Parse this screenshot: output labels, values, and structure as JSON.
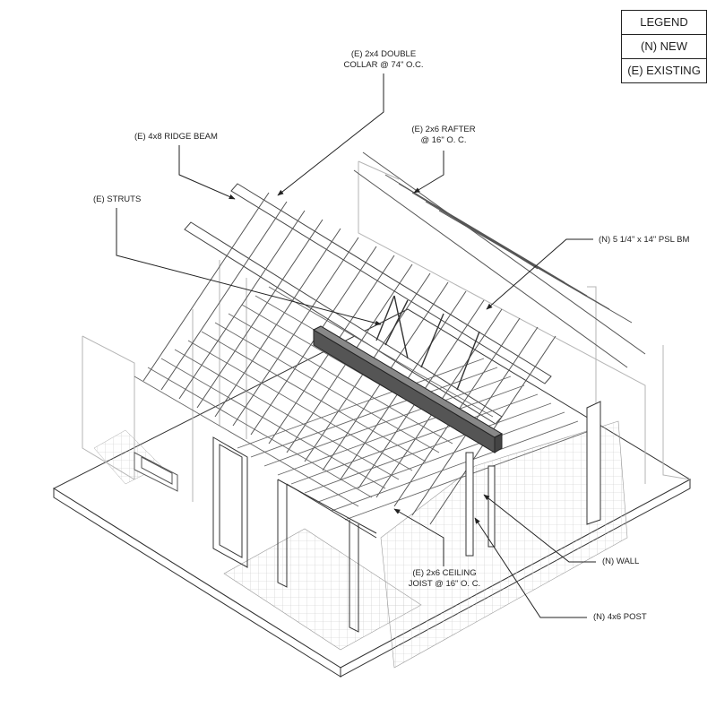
{
  "legend": {
    "title": "LEGEND",
    "new": "(N) NEW",
    "existing": "(E) EXISTING"
  },
  "labels": {
    "collar_line1": "(E) 2x4 DOUBLE",
    "collar_line2": "COLLAR @ 74\" O.C.",
    "ridge_beam": "(E) 4x8 RIDGE BEAM",
    "rafter_line1": "(E) 2x6 RAFTER",
    "rafter_line2": "@ 16\" O. C.",
    "struts": "(E) STRUTS",
    "psl_beam": "(N) 5 1/4\" x 14\" PSL BM",
    "wall": "(N) WALL",
    "joist_line1": "(E) 2x6 CEILING",
    "joist_line2": "JOIST @ 16\" O. C.",
    "post": "(N) 4x6 POST"
  },
  "colors": {
    "line": "#222222",
    "faint": "#b5b5b5",
    "beam": "#555555"
  }
}
